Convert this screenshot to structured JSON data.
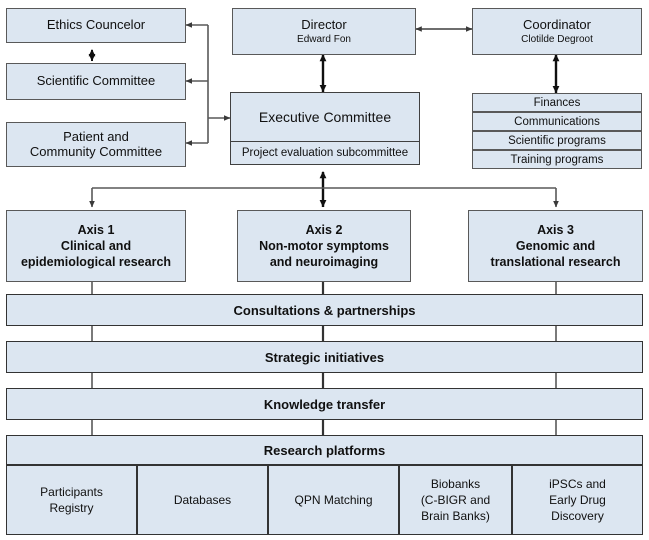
{
  "diagram": {
    "title": "Quebec Parkinson Network organizational chart",
    "colors": {
      "box_fill": "#dce6f1",
      "box_border": "#595959",
      "wire": "#595959",
      "text": "#101010",
      "background": "#ffffff"
    }
  },
  "governance": {
    "ethics_counselor": {
      "label": "Ethics Councelor"
    },
    "scientific_committee": {
      "label": "Scientific Committee"
    },
    "patient_community_committee": {
      "line1": "Patient and",
      "line2": "Community  Committee"
    },
    "director": {
      "title": "Director",
      "name": "Edward Fon"
    },
    "coordinator": {
      "title": "Coordinator",
      "name": "Clotilde Degroot"
    },
    "executive_committee": {
      "title": "Executive Committee",
      "subcommittee": "Project evaluation subcommittee"
    },
    "coordinator_functions": [
      {
        "label": "Finances"
      },
      {
        "label": "Communications"
      },
      {
        "label": "Scientific programs"
      },
      {
        "label": "Training programs"
      }
    ]
  },
  "axes": [
    {
      "number": "Axis 1",
      "line2": "Clinical and",
      "line3": "epidemiological research"
    },
    {
      "number": "Axis 2",
      "line2": "Non-motor symptoms",
      "line3": "and neuroimaging"
    },
    {
      "number": "Axis 3",
      "line2": "Genomic and",
      "line3": "translational research"
    }
  ],
  "bands": [
    {
      "label": "Consultations & partnerships"
    },
    {
      "label": "Strategic initiatives"
    },
    {
      "label": "Knowledge transfer"
    },
    {
      "label": "Research platforms"
    }
  ],
  "platforms": [
    {
      "line1": "Participants",
      "line2": "Registry",
      "line3": ""
    },
    {
      "line1": "Databases",
      "line2": "",
      "line3": ""
    },
    {
      "line1": "QPN Matching",
      "line2": "",
      "line3": ""
    },
    {
      "line1": "Biobanks",
      "line2": "(C-BIGR and",
      "line3": "Brain Banks)"
    },
    {
      "line1": "iPSCs and",
      "line2": "Early Drug",
      "line3": "Discovery"
    }
  ]
}
